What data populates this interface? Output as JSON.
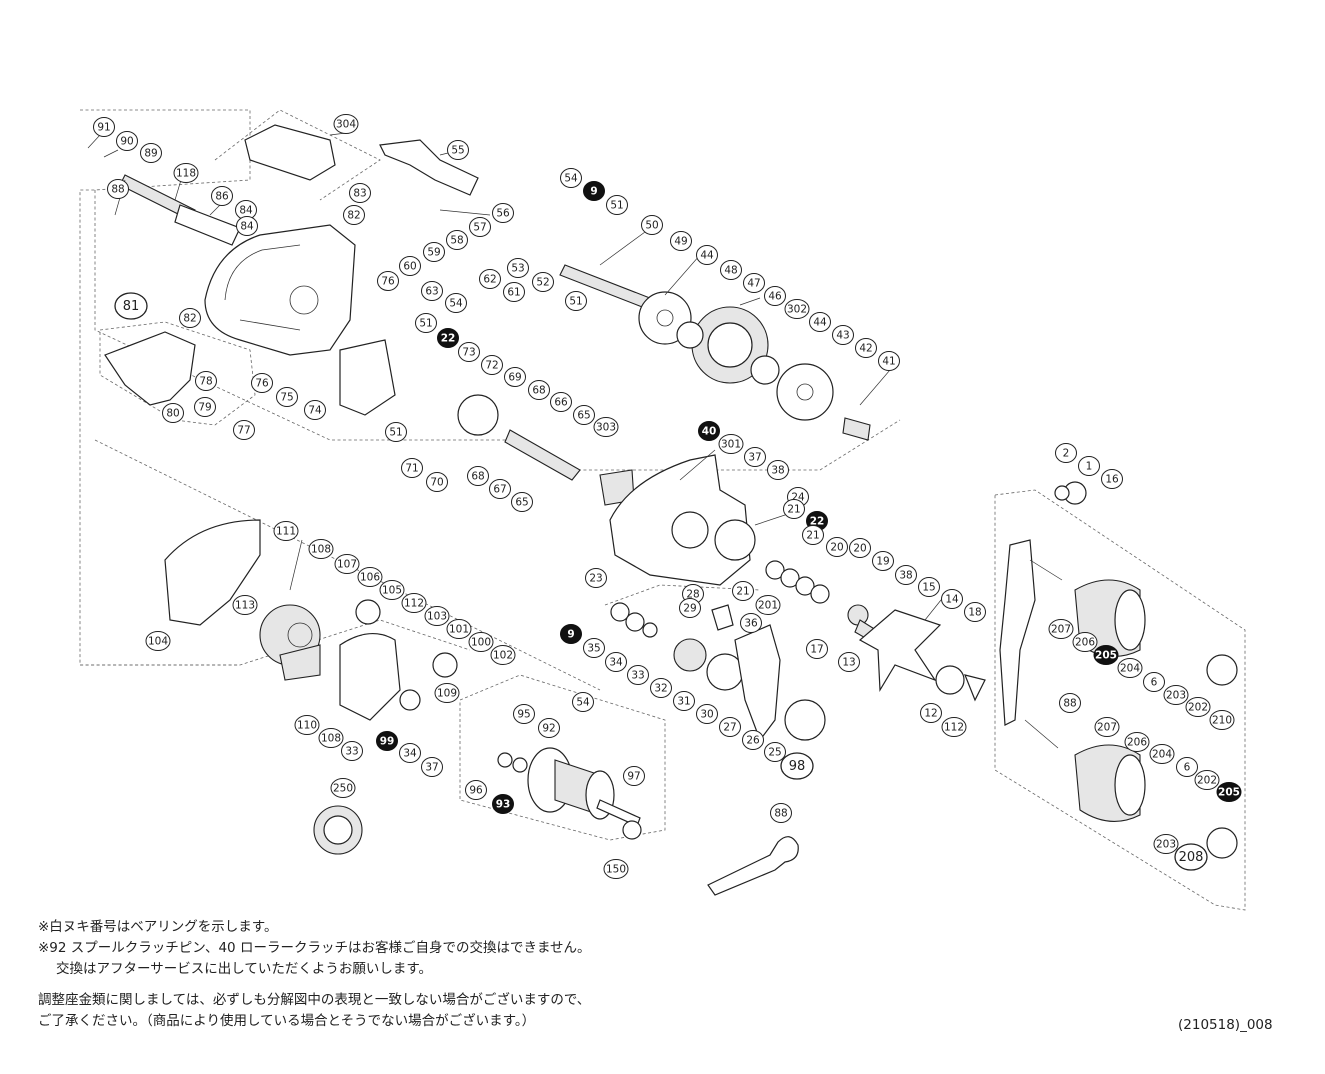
{
  "callouts": [
    {
      "n": "91",
      "s": "normal"
    },
    {
      "n": "90",
      "s": "normal"
    },
    {
      "n": "89",
      "s": "normal"
    },
    {
      "n": "88",
      "s": "normal"
    },
    {
      "n": "118",
      "s": "normal"
    },
    {
      "n": "86",
      "s": "normal"
    },
    {
      "n": "84",
      "s": "normal"
    },
    {
      "n": "84",
      "s": "normal"
    },
    {
      "n": "304",
      "s": "normal"
    },
    {
      "n": "83",
      "s": "normal"
    },
    {
      "n": "82",
      "s": "normal"
    },
    {
      "n": "55",
      "s": "normal"
    },
    {
      "n": "56",
      "s": "normal"
    },
    {
      "n": "57",
      "s": "normal"
    },
    {
      "n": "58",
      "s": "normal"
    },
    {
      "n": "59",
      "s": "normal"
    },
    {
      "n": "60",
      "s": "normal"
    },
    {
      "n": "54",
      "s": "normal"
    },
    {
      "n": "9",
      "s": "dark"
    },
    {
      "n": "51",
      "s": "normal"
    },
    {
      "n": "50",
      "s": "normal"
    },
    {
      "n": "49",
      "s": "bearing"
    },
    {
      "n": "44",
      "s": "normal"
    },
    {
      "n": "48",
      "s": "normal"
    },
    {
      "n": "47",
      "s": "normal"
    },
    {
      "n": "46",
      "s": "normal"
    },
    {
      "n": "302",
      "s": "normal"
    },
    {
      "n": "44",
      "s": "normal"
    },
    {
      "n": "43",
      "s": "normal"
    },
    {
      "n": "42",
      "s": "normal"
    },
    {
      "n": "41",
      "s": "normal"
    },
    {
      "n": "53",
      "s": "normal"
    },
    {
      "n": "52",
      "s": "normal"
    },
    {
      "n": "51",
      "s": "normal"
    },
    {
      "n": "62",
      "s": "normal"
    },
    {
      "n": "61",
      "s": "normal"
    },
    {
      "n": "76",
      "s": "normal"
    },
    {
      "n": "63",
      "s": "normal"
    },
    {
      "n": "54",
      "s": "normal"
    },
    {
      "n": "51",
      "s": "normal"
    },
    {
      "n": "22",
      "s": "dark"
    },
    {
      "n": "73",
      "s": "normal"
    },
    {
      "n": "72",
      "s": "normal"
    },
    {
      "n": "69",
      "s": "normal"
    },
    {
      "n": "68",
      "s": "normal"
    },
    {
      "n": "66",
      "s": "normal"
    },
    {
      "n": "65",
      "s": "normal"
    },
    {
      "n": "303",
      "s": "normal"
    },
    {
      "n": "81",
      "s": "group"
    },
    {
      "n": "82",
      "s": "normal"
    },
    {
      "n": "78",
      "s": "normal"
    },
    {
      "n": "79",
      "s": "normal"
    },
    {
      "n": "80",
      "s": "normal"
    },
    {
      "n": "76",
      "s": "normal"
    },
    {
      "n": "75",
      "s": "normal"
    },
    {
      "n": "74",
      "s": "normal"
    },
    {
      "n": "77",
      "s": "normal"
    },
    {
      "n": "51",
      "s": "normal"
    },
    {
      "n": "71",
      "s": "normal"
    },
    {
      "n": "70",
      "s": "normal"
    },
    {
      "n": "68",
      "s": "normal"
    },
    {
      "n": "67",
      "s": "normal"
    },
    {
      "n": "65",
      "s": "normal"
    },
    {
      "n": "40",
      "s": "dark"
    },
    {
      "n": "301",
      "s": "normal"
    },
    {
      "n": "37",
      "s": "normal"
    },
    {
      "n": "38",
      "s": "normal"
    },
    {
      "n": "24",
      "s": "normal"
    },
    {
      "n": "21",
      "s": "normal"
    },
    {
      "n": "22",
      "s": "dark"
    },
    {
      "n": "21",
      "s": "normal"
    },
    {
      "n": "20",
      "s": "normal"
    },
    {
      "n": "20",
      "s": "normal"
    },
    {
      "n": "19",
      "s": "normal"
    },
    {
      "n": "38",
      "s": "normal"
    },
    {
      "n": "23",
      "s": "normal"
    },
    {
      "n": "21",
      "s": "normal"
    },
    {
      "n": "201",
      "s": "normal"
    },
    {
      "n": "2",
      "s": "normal"
    },
    {
      "n": "1",
      "s": "normal"
    },
    {
      "n": "16",
      "s": "normal"
    },
    {
      "n": "15",
      "s": "normal"
    },
    {
      "n": "14",
      "s": "normal"
    },
    {
      "n": "18",
      "s": "normal"
    },
    {
      "n": "17",
      "s": "normal"
    },
    {
      "n": "13",
      "s": "normal"
    },
    {
      "n": "12",
      "s": "normal"
    },
    {
      "n": "112",
      "s": "normal"
    },
    {
      "n": "111",
      "s": "normal"
    },
    {
      "n": "108",
      "s": "normal"
    },
    {
      "n": "107",
      "s": "normal"
    },
    {
      "n": "106",
      "s": "normal"
    },
    {
      "n": "105",
      "s": "normal"
    },
    {
      "n": "112",
      "s": "normal"
    },
    {
      "n": "113",
      "s": "normal"
    },
    {
      "n": "104",
      "s": "normal"
    },
    {
      "n": "103",
      "s": "normal"
    },
    {
      "n": "101",
      "s": "normal"
    },
    {
      "n": "100",
      "s": "normal"
    },
    {
      "n": "102",
      "s": "normal"
    },
    {
      "n": "109",
      "s": "normal"
    },
    {
      "n": "110",
      "s": "normal"
    },
    {
      "n": "108",
      "s": "normal"
    },
    {
      "n": "33",
      "s": "normal"
    },
    {
      "n": "99",
      "s": "dark"
    },
    {
      "n": "34",
      "s": "normal"
    },
    {
      "n": "37",
      "s": "normal"
    },
    {
      "n": "28",
      "s": "normal"
    },
    {
      "n": "29",
      "s": "normal"
    },
    {
      "n": "36",
      "s": "normal"
    },
    {
      "n": "9",
      "s": "dark"
    },
    {
      "n": "35",
      "s": "normal"
    },
    {
      "n": "34",
      "s": "normal"
    },
    {
      "n": "33",
      "s": "normal"
    },
    {
      "n": "32",
      "s": "normal"
    },
    {
      "n": "31",
      "s": "normal"
    },
    {
      "n": "30",
      "s": "normal"
    },
    {
      "n": "27",
      "s": "normal"
    },
    {
      "n": "26",
      "s": "normal"
    },
    {
      "n": "25",
      "s": "normal"
    },
    {
      "n": "98",
      "s": "group"
    },
    {
      "n": "54",
      "s": "normal"
    },
    {
      "n": "95",
      "s": "normal"
    },
    {
      "n": "92",
      "s": "normal"
    },
    {
      "n": "97",
      "s": "normal"
    },
    {
      "n": "96",
      "s": "normal"
    },
    {
      "n": "93",
      "s": "dark"
    },
    {
      "n": "150",
      "s": "normal"
    },
    {
      "n": "250",
      "s": "normal"
    },
    {
      "n": "88",
      "s": "normal"
    },
    {
      "n": "207",
      "s": "normal"
    },
    {
      "n": "206",
      "s": "normal"
    },
    {
      "n": "205",
      "s": "dark"
    },
    {
      "n": "204",
      "s": "normal"
    },
    {
      "n": "6",
      "s": "normal"
    },
    {
      "n": "203",
      "s": "normal"
    },
    {
      "n": "202",
      "s": "normal"
    },
    {
      "n": "210",
      "s": "normal"
    },
    {
      "n": "88",
      "s": "normal"
    },
    {
      "n": "207",
      "s": "normal"
    },
    {
      "n": "206",
      "s": "normal"
    },
    {
      "n": "204",
      "s": "normal"
    },
    {
      "n": "6",
      "s": "normal"
    },
    {
      "n": "202",
      "s": "normal"
    },
    {
      "n": "205",
      "s": "dark"
    },
    {
      "n": "203",
      "s": "normal"
    },
    {
      "n": "208",
      "s": "group"
    }
  ],
  "notes": {
    "line1": "※白ヌキ番号はベアリングを示します。",
    "line2": "※92 スプールクラッチピン、40 ローラークラッチはお客様ご自身での交換はできません。",
    "line3": "交換はアフターサービスに出していただくようお願いします。",
    "line4": "調整座金類に関しましては、必ずしも分解図中の表現と一致しない場合がございますので、",
    "line5": "ご了承ください。（商品により使用している場合とそうでない場合がございます。）"
  },
  "doc_code": "(210518)_008",
  "colors": {
    "ink": "#222222",
    "bearing_fill": "#111111",
    "paper": "#ffffff"
  }
}
